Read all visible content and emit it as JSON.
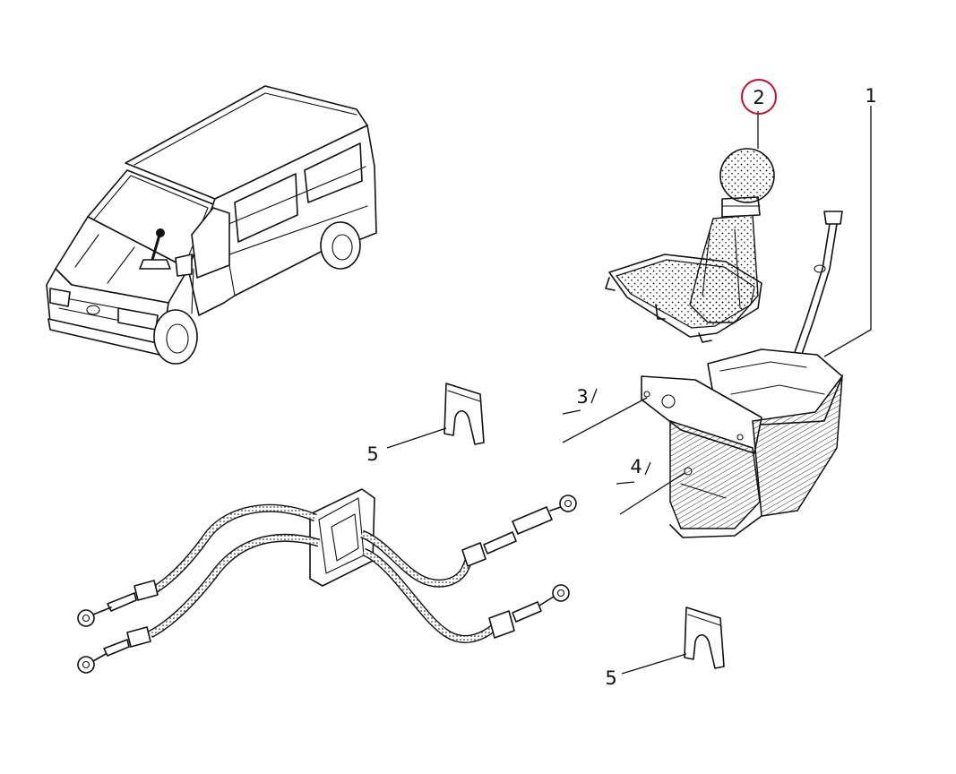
{
  "callouts": {
    "part_1": "1",
    "part_2": "2",
    "part_3": "3",
    "part_4": "4",
    "part_5_top": "5",
    "part_5_bottom": "5"
  },
  "highlight": {
    "part": "2",
    "ring_color": "#c8102e"
  },
  "colors": {
    "line": "#111111",
    "background": "#ffffff"
  }
}
